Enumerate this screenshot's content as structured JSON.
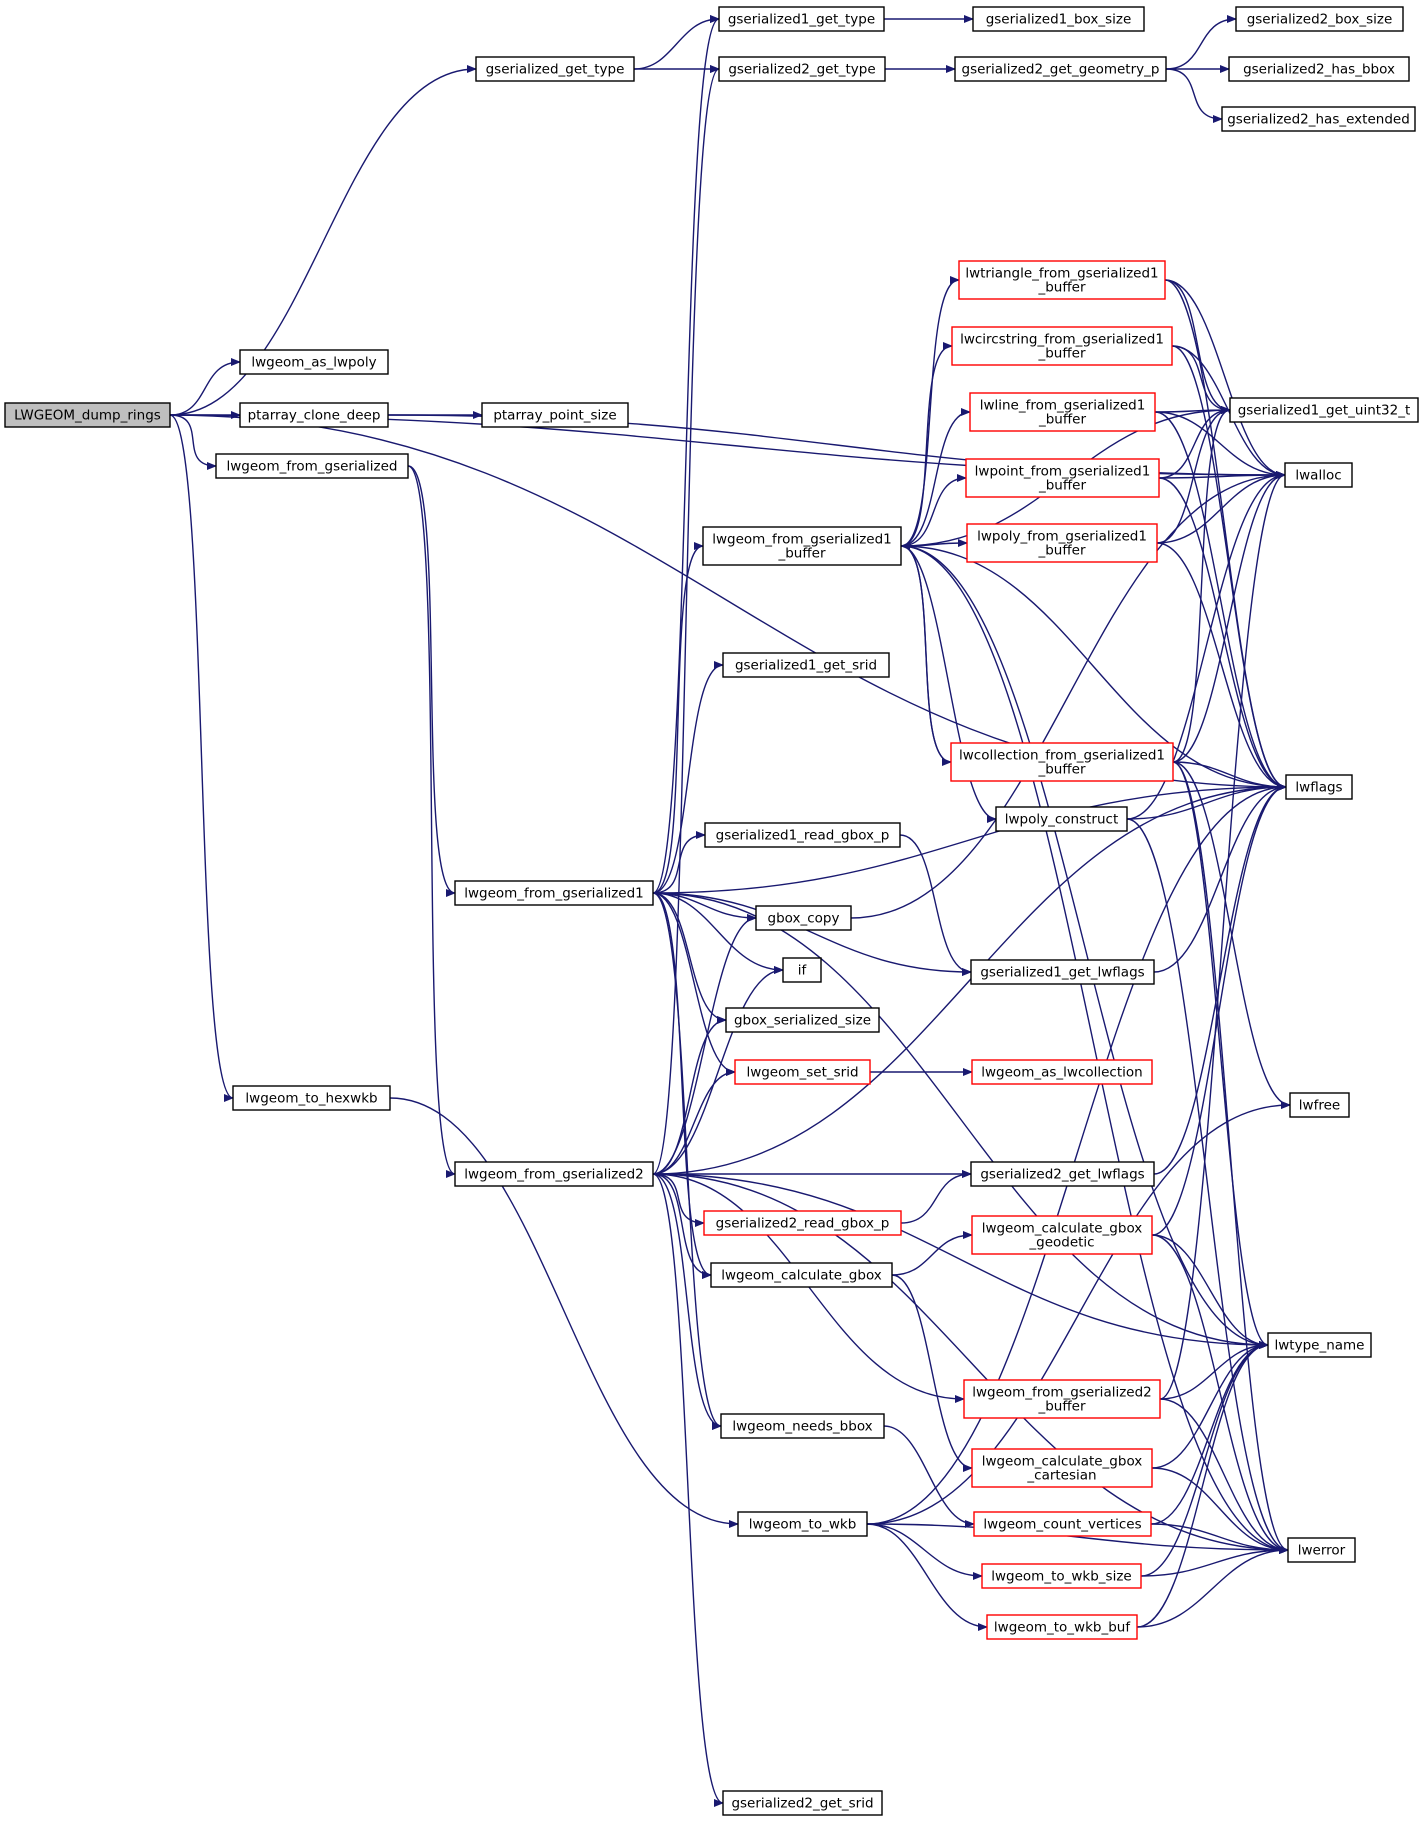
{
  "colors": {
    "edge": "#191970",
    "node_border": "#000000",
    "truncated_border": "#ff0000",
    "root_fill": "#bfbfbf",
    "node_fill": "#ffffff"
  },
  "nodes": [
    {
      "id": "LWGEOM_dump_rings",
      "lines": [
        "LWGEOM_dump_rings"
      ],
      "root": true
    },
    {
      "id": "gserialized_get_type",
      "lines": [
        "gserialized_get_type"
      ]
    },
    {
      "id": "lwgeom_as_lwpoly",
      "lines": [
        "lwgeom_as_lwpoly"
      ]
    },
    {
      "id": "ptarray_clone_deep",
      "lines": [
        "ptarray_clone_deep"
      ]
    },
    {
      "id": "ptarray_point_size",
      "lines": [
        "ptarray_point_size"
      ]
    },
    {
      "id": "lwgeom_from_gserialized",
      "lines": [
        "lwgeom_from_gserialized"
      ]
    },
    {
      "id": "lwgeom_to_hexwkb",
      "lines": [
        "lwgeom_to_hexwkb"
      ]
    },
    {
      "id": "gserialized1_get_type",
      "lines": [
        "gserialized1_get_type"
      ]
    },
    {
      "id": "gserialized2_get_type",
      "lines": [
        "gserialized2_get_type"
      ]
    },
    {
      "id": "gserialized1_box_size",
      "lines": [
        "gserialized1_box_size"
      ]
    },
    {
      "id": "gserialized2_get_geometry_p",
      "lines": [
        "gserialized2_get_geometry_p"
      ]
    },
    {
      "id": "gserialized2_box_size",
      "lines": [
        "gserialized2_box_size"
      ]
    },
    {
      "id": "gserialized2_has_bbox",
      "lines": [
        "gserialized2_has_bbox"
      ]
    },
    {
      "id": "gserialized2_has_extended",
      "lines": [
        "gserialized2_has_extended"
      ]
    },
    {
      "id": "lwgeom_from_gserialized1",
      "lines": [
        "lwgeom_from_gserialized1"
      ]
    },
    {
      "id": "lwgeom_from_gserialized2",
      "lines": [
        "lwgeom_from_gserialized2"
      ]
    },
    {
      "id": "lwgeom_from_gserialized1_buffer",
      "lines": [
        "lwgeom_from_gserialized1",
        "_buffer"
      ]
    },
    {
      "id": "gserialized1_get_srid",
      "lines": [
        "gserialized1_get_srid"
      ]
    },
    {
      "id": "gserialized1_read_gbox_p",
      "lines": [
        "gserialized1_read_gbox_p"
      ]
    },
    {
      "id": "gbox_copy",
      "lines": [
        "gbox_copy"
      ]
    },
    {
      "id": "if",
      "lines": [
        "if"
      ]
    },
    {
      "id": "gbox_serialized_size",
      "lines": [
        "gbox_serialized_size"
      ]
    },
    {
      "id": "lwgeom_set_srid",
      "lines": [
        "lwgeom_set_srid"
      ],
      "truncated": true
    },
    {
      "id": "gserialized2_read_gbox_p",
      "lines": [
        "gserialized2_read_gbox_p"
      ],
      "truncated": true
    },
    {
      "id": "lwgeom_calculate_gbox",
      "lines": [
        "lwgeom_calculate_gbox"
      ]
    },
    {
      "id": "lwgeom_needs_bbox",
      "lines": [
        "lwgeom_needs_bbox"
      ]
    },
    {
      "id": "lwgeom_to_wkb",
      "lines": [
        "lwgeom_to_wkb"
      ]
    },
    {
      "id": "gserialized2_get_srid",
      "lines": [
        "gserialized2_get_srid"
      ]
    },
    {
      "id": "lwtriangle_from_gserialized1_buffer",
      "lines": [
        "lwtriangle_from_gserialized1",
        "_buffer"
      ],
      "truncated": true
    },
    {
      "id": "lwcircstring_from_gserialized1_buffer",
      "lines": [
        "lwcircstring_from_gserialized1",
        "_buffer"
      ],
      "truncated": true
    },
    {
      "id": "lwline_from_gserialized1_buffer",
      "lines": [
        "lwline_from_gserialized1",
        "_buffer"
      ],
      "truncated": true
    },
    {
      "id": "lwpoint_from_gserialized1_buffer",
      "lines": [
        "lwpoint_from_gserialized1",
        "_buffer"
      ],
      "truncated": true
    },
    {
      "id": "lwpoly_from_gserialized1_buffer",
      "lines": [
        "lwpoly_from_gserialized1",
        "_buffer"
      ],
      "truncated": true
    },
    {
      "id": "lwcollection_from_gserialized1_buffer",
      "lines": [
        "lwcollection_from_gserialized1",
        "_buffer"
      ],
      "truncated": true
    },
    {
      "id": "lwpoly_construct",
      "lines": [
        "lwpoly_construct"
      ]
    },
    {
      "id": "gserialized1_get_lwflags",
      "lines": [
        "gserialized1_get_lwflags"
      ]
    },
    {
      "id": "lwgeom_as_lwcollection",
      "lines": [
        "lwgeom_as_lwcollection"
      ],
      "truncated": true
    },
    {
      "id": "gserialized2_get_lwflags",
      "lines": [
        "gserialized2_get_lwflags"
      ]
    },
    {
      "id": "lwgeom_calculate_gbox_geodetic",
      "lines": [
        "lwgeom_calculate_gbox",
        "_geodetic"
      ],
      "truncated": true
    },
    {
      "id": "lwgeom_from_gserialized2_buffer",
      "lines": [
        "lwgeom_from_gserialized2",
        "_buffer"
      ],
      "truncated": true
    },
    {
      "id": "lwgeom_calculate_gbox_cartesian",
      "lines": [
        "lwgeom_calculate_gbox",
        "_cartesian"
      ],
      "truncated": true
    },
    {
      "id": "lwgeom_count_vertices",
      "lines": [
        "lwgeom_count_vertices"
      ],
      "truncated": true
    },
    {
      "id": "lwgeom_to_wkb_size",
      "lines": [
        "lwgeom_to_wkb_size"
      ],
      "truncated": true
    },
    {
      "id": "lwgeom_to_wkb_buf",
      "lines": [
        "lwgeom_to_wkb_buf"
      ],
      "truncated": true
    },
    {
      "id": "gserialized1_get_uint32_t",
      "lines": [
        "gserialized1_get_uint32_t"
      ]
    },
    {
      "id": "lwalloc",
      "lines": [
        "lwalloc"
      ]
    },
    {
      "id": "lwflags",
      "lines": [
        "lwflags"
      ]
    },
    {
      "id": "lwfree",
      "lines": [
        "lwfree"
      ]
    },
    {
      "id": "lwtype_name",
      "lines": [
        "lwtype_name"
      ]
    },
    {
      "id": "lwerror",
      "lines": [
        "lwerror"
      ]
    }
  ],
  "edges": [
    [
      "LWGEOM_dump_rings",
      "gserialized_get_type"
    ],
    [
      "LWGEOM_dump_rings",
      "lwgeom_as_lwpoly"
    ],
    [
      "LWGEOM_dump_rings",
      "ptarray_clone_deep"
    ],
    [
      "LWGEOM_dump_rings",
      "lwgeom_from_gserialized"
    ],
    [
      "LWGEOM_dump_rings",
      "lwgeom_to_hexwkb"
    ],
    [
      "LWGEOM_dump_rings",
      "lwalloc"
    ],
    [
      "LWGEOM_dump_rings",
      "lwflags"
    ],
    [
      "gserialized_get_type",
      "gserialized1_get_type"
    ],
    [
      "gserialized_get_type",
      "gserialized2_get_type"
    ],
    [
      "gserialized1_get_type",
      "gserialized1_box_size"
    ],
    [
      "gserialized2_get_type",
      "gserialized2_get_geometry_p"
    ],
    [
      "gserialized2_get_geometry_p",
      "gserialized2_box_size"
    ],
    [
      "gserialized2_get_geometry_p",
      "gserialized2_has_bbox"
    ],
    [
      "gserialized2_get_geometry_p",
      "gserialized2_has_extended"
    ],
    [
      "ptarray_clone_deep",
      "ptarray_point_size"
    ],
    [
      "ptarray_clone_deep",
      "lwalloc"
    ],
    [
      "lwgeom_from_gserialized",
      "lwgeom_from_gserialized1"
    ],
    [
      "lwgeom_from_gserialized",
      "lwgeom_from_gserialized2"
    ],
    [
      "lwgeom_to_hexwkb",
      "lwgeom_to_wkb"
    ],
    [
      "lwgeom_from_gserialized1",
      "gserialized1_get_type"
    ],
    [
      "lwgeom_from_gserialized1",
      "lwgeom_from_gserialized1_buffer"
    ],
    [
      "lwgeom_from_gserialized1",
      "gserialized1_get_srid"
    ],
    [
      "lwgeom_from_gserialized1",
      "gserialized1_read_gbox_p"
    ],
    [
      "lwgeom_from_gserialized1",
      "gbox_copy"
    ],
    [
      "lwgeom_from_gserialized1",
      "if"
    ],
    [
      "lwgeom_from_gserialized1",
      "gbox_serialized_size"
    ],
    [
      "lwgeom_from_gserialized1",
      "lwgeom_set_srid"
    ],
    [
      "lwgeom_from_gserialized1",
      "lwgeom_calculate_gbox"
    ],
    [
      "lwgeom_from_gserialized1",
      "lwgeom_needs_bbox"
    ],
    [
      "lwgeom_from_gserialized1",
      "gserialized1_get_lwflags"
    ],
    [
      "lwgeom_from_gserialized1",
      "lwflags"
    ],
    [
      "lwgeom_from_gserialized1",
      "lwtype_name"
    ],
    [
      "lwgeom_from_gserialized2",
      "gserialized2_get_type"
    ],
    [
      "lwgeom_from_gserialized2",
      "gbox_copy"
    ],
    [
      "lwgeom_from_gserialized2",
      "if"
    ],
    [
      "lwgeom_from_gserialized2",
      "gbox_serialized_size"
    ],
    [
      "lwgeom_from_gserialized2",
      "lwgeom_set_srid"
    ],
    [
      "lwgeom_from_gserialized2",
      "gserialized2_get_lwflags"
    ],
    [
      "lwgeom_from_gserialized2",
      "gserialized2_read_gbox_p"
    ],
    [
      "lwgeom_from_gserialized2",
      "lwgeom_calculate_gbox"
    ],
    [
      "lwgeom_from_gserialized2",
      "lwgeom_needs_bbox"
    ],
    [
      "lwgeom_from_gserialized2",
      "lwgeom_from_gserialized2_buffer"
    ],
    [
      "lwgeom_from_gserialized2",
      "lwtype_name"
    ],
    [
      "lwgeom_from_gserialized2",
      "gserialized2_get_srid"
    ],
    [
      "lwgeom_from_gserialized2",
      "lwflags"
    ],
    [
      "lwgeom_from_gserialized2",
      "lwerror"
    ],
    [
      "lwgeom_from_gserialized1_buffer",
      "lwtriangle_from_gserialized1_buffer"
    ],
    [
      "lwgeom_from_gserialized1_buffer",
      "lwcircstring_from_gserialized1_buffer"
    ],
    [
      "lwgeom_from_gserialized1_buffer",
      "lwline_from_gserialized1_buffer"
    ],
    [
      "lwgeom_from_gserialized1_buffer",
      "lwpoint_from_gserialized1_buffer"
    ],
    [
      "lwgeom_from_gserialized1_buffer",
      "lwpoly_from_gserialized1_buffer"
    ],
    [
      "lwgeom_from_gserialized1_buffer",
      "lwcollection_from_gserialized1_buffer"
    ],
    [
      "lwgeom_from_gserialized1_buffer",
      "gserialized1_get_uint32_t"
    ],
    [
      "lwgeom_from_gserialized1_buffer",
      "lwflags"
    ],
    [
      "lwgeom_from_gserialized1_buffer",
      "lwtype_name"
    ],
    [
      "lwgeom_from_gserialized1_buffer",
      "lwerror"
    ],
    [
      "lwgeom_from_gserialized1_buffer",
      "lwpoly_construct"
    ],
    [
      "lwtriangle_from_gserialized1_buffer",
      "gserialized1_get_uint32_t"
    ],
    [
      "lwtriangle_from_gserialized1_buffer",
      "lwalloc"
    ],
    [
      "lwtriangle_from_gserialized1_buffer",
      "lwflags"
    ],
    [
      "lwcircstring_from_gserialized1_buffer",
      "gserialized1_get_uint32_t"
    ],
    [
      "lwcircstring_from_gserialized1_buffer",
      "lwalloc"
    ],
    [
      "lwcircstring_from_gserialized1_buffer",
      "lwflags"
    ],
    [
      "lwline_from_gserialized1_buffer",
      "gserialized1_get_uint32_t"
    ],
    [
      "lwline_from_gserialized1_buffer",
      "lwalloc"
    ],
    [
      "lwline_from_gserialized1_buffer",
      "lwflags"
    ],
    [
      "lwpoint_from_gserialized1_buffer",
      "gserialized1_get_uint32_t"
    ],
    [
      "lwpoint_from_gserialized1_buffer",
      "lwalloc"
    ],
    [
      "lwpoint_from_gserialized1_buffer",
      "lwflags"
    ],
    [
      "lwpoly_from_gserialized1_buffer",
      "gserialized1_get_uint32_t"
    ],
    [
      "lwpoly_from_gserialized1_buffer",
      "lwalloc"
    ],
    [
      "lwpoly_from_gserialized1_buffer",
      "lwflags"
    ],
    [
      "lwcollection_from_gserialized1_buffer",
      "lwgeom_from_gserialized1_buffer"
    ],
    [
      "lwcollection_from_gserialized1_buffer",
      "gserialized1_get_uint32_t"
    ],
    [
      "lwcollection_from_gserialized1_buffer",
      "lwalloc"
    ],
    [
      "lwcollection_from_gserialized1_buffer",
      "lwflags"
    ],
    [
      "lwcollection_from_gserialized1_buffer",
      "lwfree"
    ],
    [
      "lwcollection_from_gserialized1_buffer",
      "lwtype_name"
    ],
    [
      "lwcollection_from_gserialized1_buffer",
      "lwerror"
    ],
    [
      "lwpoly_construct",
      "lwalloc"
    ],
    [
      "lwpoly_construct",
      "lwflags"
    ],
    [
      "lwpoly_construct",
      "lwerror"
    ],
    [
      "gserialized1_read_gbox_p",
      "gserialized1_get_lwflags"
    ],
    [
      "gbox_copy",
      "lwalloc"
    ],
    [
      "gserialized1_get_lwflags",
      "lwflags"
    ],
    [
      "lwgeom_set_srid",
      "lwgeom_as_lwcollection"
    ],
    [
      "gserialized2_get_lwflags",
      "lwflags"
    ],
    [
      "gserialized2_read_gbox_p",
      "gserialized2_get_lwflags"
    ],
    [
      "lwgeom_calculate_gbox",
      "lwgeom_calculate_gbox_geodetic"
    ],
    [
      "lwgeom_calculate_gbox",
      "lwgeom_calculate_gbox_cartesian"
    ],
    [
      "lwgeom_calculate_gbox_geodetic",
      "lwflags"
    ],
    [
      "lwgeom_calculate_gbox_geodetic",
      "lwtype_name"
    ],
    [
      "lwgeom_calculate_gbox_geodetic",
      "lwerror"
    ],
    [
      "lwgeom_from_gserialized2_buffer",
      "lwtype_name"
    ],
    [
      "lwgeom_from_gserialized2_buffer",
      "lwerror"
    ],
    [
      "lwgeom_from_gserialized2_buffer",
      "lwalloc"
    ],
    [
      "lwgeom_calculate_gbox_cartesian",
      "lwtype_name"
    ],
    [
      "lwgeom_calculate_gbox_cartesian",
      "lwerror"
    ],
    [
      "lwgeom_needs_bbox",
      "lwgeom_count_vertices"
    ],
    [
      "lwgeom_count_vertices",
      "lwtype_name"
    ],
    [
      "lwgeom_count_vertices",
      "lwerror"
    ],
    [
      "lwgeom_to_wkb",
      "lwgeom_to_wkb_size"
    ],
    [
      "lwgeom_to_wkb",
      "lwgeom_to_wkb_buf"
    ],
    [
      "lwgeom_to_wkb",
      "lwerror"
    ],
    [
      "lwgeom_to_wkb",
      "lwfree"
    ],
    [
      "lwgeom_to_wkb",
      "lwflags"
    ],
    [
      "lwgeom_to_wkb_size",
      "lwtype_name"
    ],
    [
      "lwgeom_to_wkb_size",
      "lwerror"
    ],
    [
      "lwgeom_to_wkb_buf",
      "lwtype_name"
    ],
    [
      "lwgeom_to_wkb_buf",
      "lwerror"
    ]
  ]
}
